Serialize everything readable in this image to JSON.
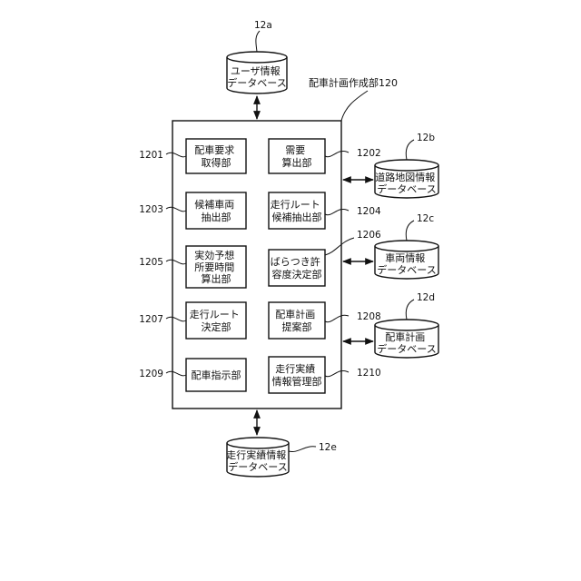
{
  "main_block": {
    "label": "配車計画作成部120"
  },
  "modules": [
    {
      "id": "1201",
      "lines": [
        "配車要求",
        "取得部"
      ]
    },
    {
      "id": "1202",
      "lines": [
        "需要",
        "算出部"
      ]
    },
    {
      "id": "1203",
      "lines": [
        "候補車両",
        "抽出部"
      ]
    },
    {
      "id": "1204",
      "lines": [
        "走行ルート",
        "候補抽出部"
      ]
    },
    {
      "id": "1205",
      "lines": [
        "実効予想",
        "所要時間",
        "算出部"
      ]
    },
    {
      "id": "1206",
      "lines": [
        "ばらつき許",
        "容度決定部"
      ]
    },
    {
      "id": "1207",
      "lines": [
        "走行ルート",
        "決定部"
      ]
    },
    {
      "id": "1208",
      "lines": [
        "配車計画",
        "提案部"
      ]
    },
    {
      "id": "1209",
      "lines": [
        "配車指示部"
      ]
    },
    {
      "id": "1210",
      "lines": [
        "走行実績",
        "情報管理部"
      ]
    }
  ],
  "databases": [
    {
      "id": "12a",
      "lines": [
        "ユーザ情報",
        "データベース"
      ]
    },
    {
      "id": "12b",
      "lines": [
        "道路地図情報",
        "データベース"
      ]
    },
    {
      "id": "12c",
      "lines": [
        "車両情報",
        "データベース"
      ]
    },
    {
      "id": "12d",
      "lines": [
        "配車計画",
        "データベース"
      ]
    },
    {
      "id": "12e",
      "lines": [
        "走行実績情報",
        "データベース"
      ]
    }
  ]
}
